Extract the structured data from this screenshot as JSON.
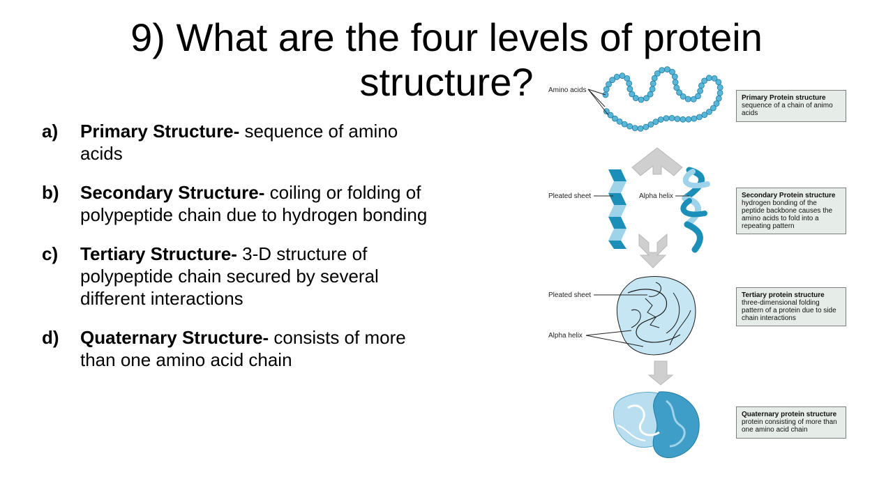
{
  "slide": {
    "title": "9)  What are the four levels of protein structure?"
  },
  "levels": [
    {
      "marker": "a)",
      "term": "Primary Structure-",
      "desc": " sequence of amino acids"
    },
    {
      "marker": "b)",
      "term": "Secondary Structure-",
      "desc": " coiling or folding of polypeptide chain due to hydrogen bonding"
    },
    {
      "marker": "c)",
      "term": "Tertiary Structure-",
      "desc": " 3-D structure of polypeptide chain secured by several different interactions"
    },
    {
      "marker": "d)",
      "term": "Quaternary Structure-",
      "desc": " consists of more than one amino acid chain"
    }
  ],
  "diagram": {
    "labels": {
      "amino_acids": "Amino acids",
      "pleated_sheet": "Pleated sheet",
      "alpha_helix": "Alpha helix",
      "pleated_sheet_2": "Pleated sheet",
      "alpha_helix_2": "Alpha helix"
    },
    "boxes": [
      {
        "title": "Primary Protein structure",
        "desc": "sequence of a chain of animo acids"
      },
      {
        "title": "Secondary Protein structure",
        "desc": "hydrogen bonding of the peptide backbone causes the amino acids to fold into a repeating pattern"
      },
      {
        "title": "Tertiary protein structure",
        "desc": "three-dimensional folding pattern of a protein due to side chain interactions"
      },
      {
        "title": "Quaternary protein structure",
        "desc": "protein consisting of more than one amino acid chain"
      }
    ],
    "colors": {
      "dark_blue": "#1b8fb8",
      "light_blue": "#9fd3ea",
      "bead": "#58b7d8",
      "arrow": "#cfcfcf"
    }
  }
}
